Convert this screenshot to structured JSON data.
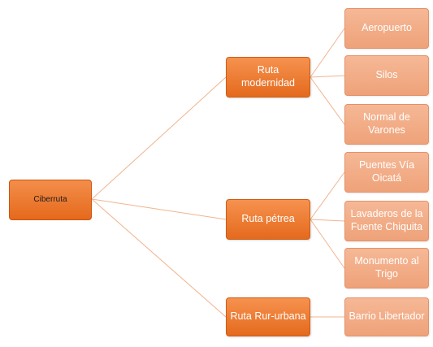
{
  "diagram": {
    "root": {
      "label": "Ciberruta"
    },
    "branches": [
      {
        "label": "Ruta modernidad",
        "children": [
          "Aeropuerto",
          "Silos",
          "Normal de Varones"
        ]
      },
      {
        "label": "Ruta pétrea",
        "children": [
          "Puentes Vía Oicatá",
          "Lavaderos de la Fuente Chiquita",
          "Monumento al Trigo"
        ]
      },
      {
        "label": "Ruta Rur-urbana",
        "children": [
          "Barrio Libertador"
        ]
      }
    ]
  },
  "colors": {
    "root_fill": "#e97a34",
    "branch_fill": "#ee7d33",
    "leaf_fill": "#f2ad88",
    "connector": "#f0b48e"
  }
}
